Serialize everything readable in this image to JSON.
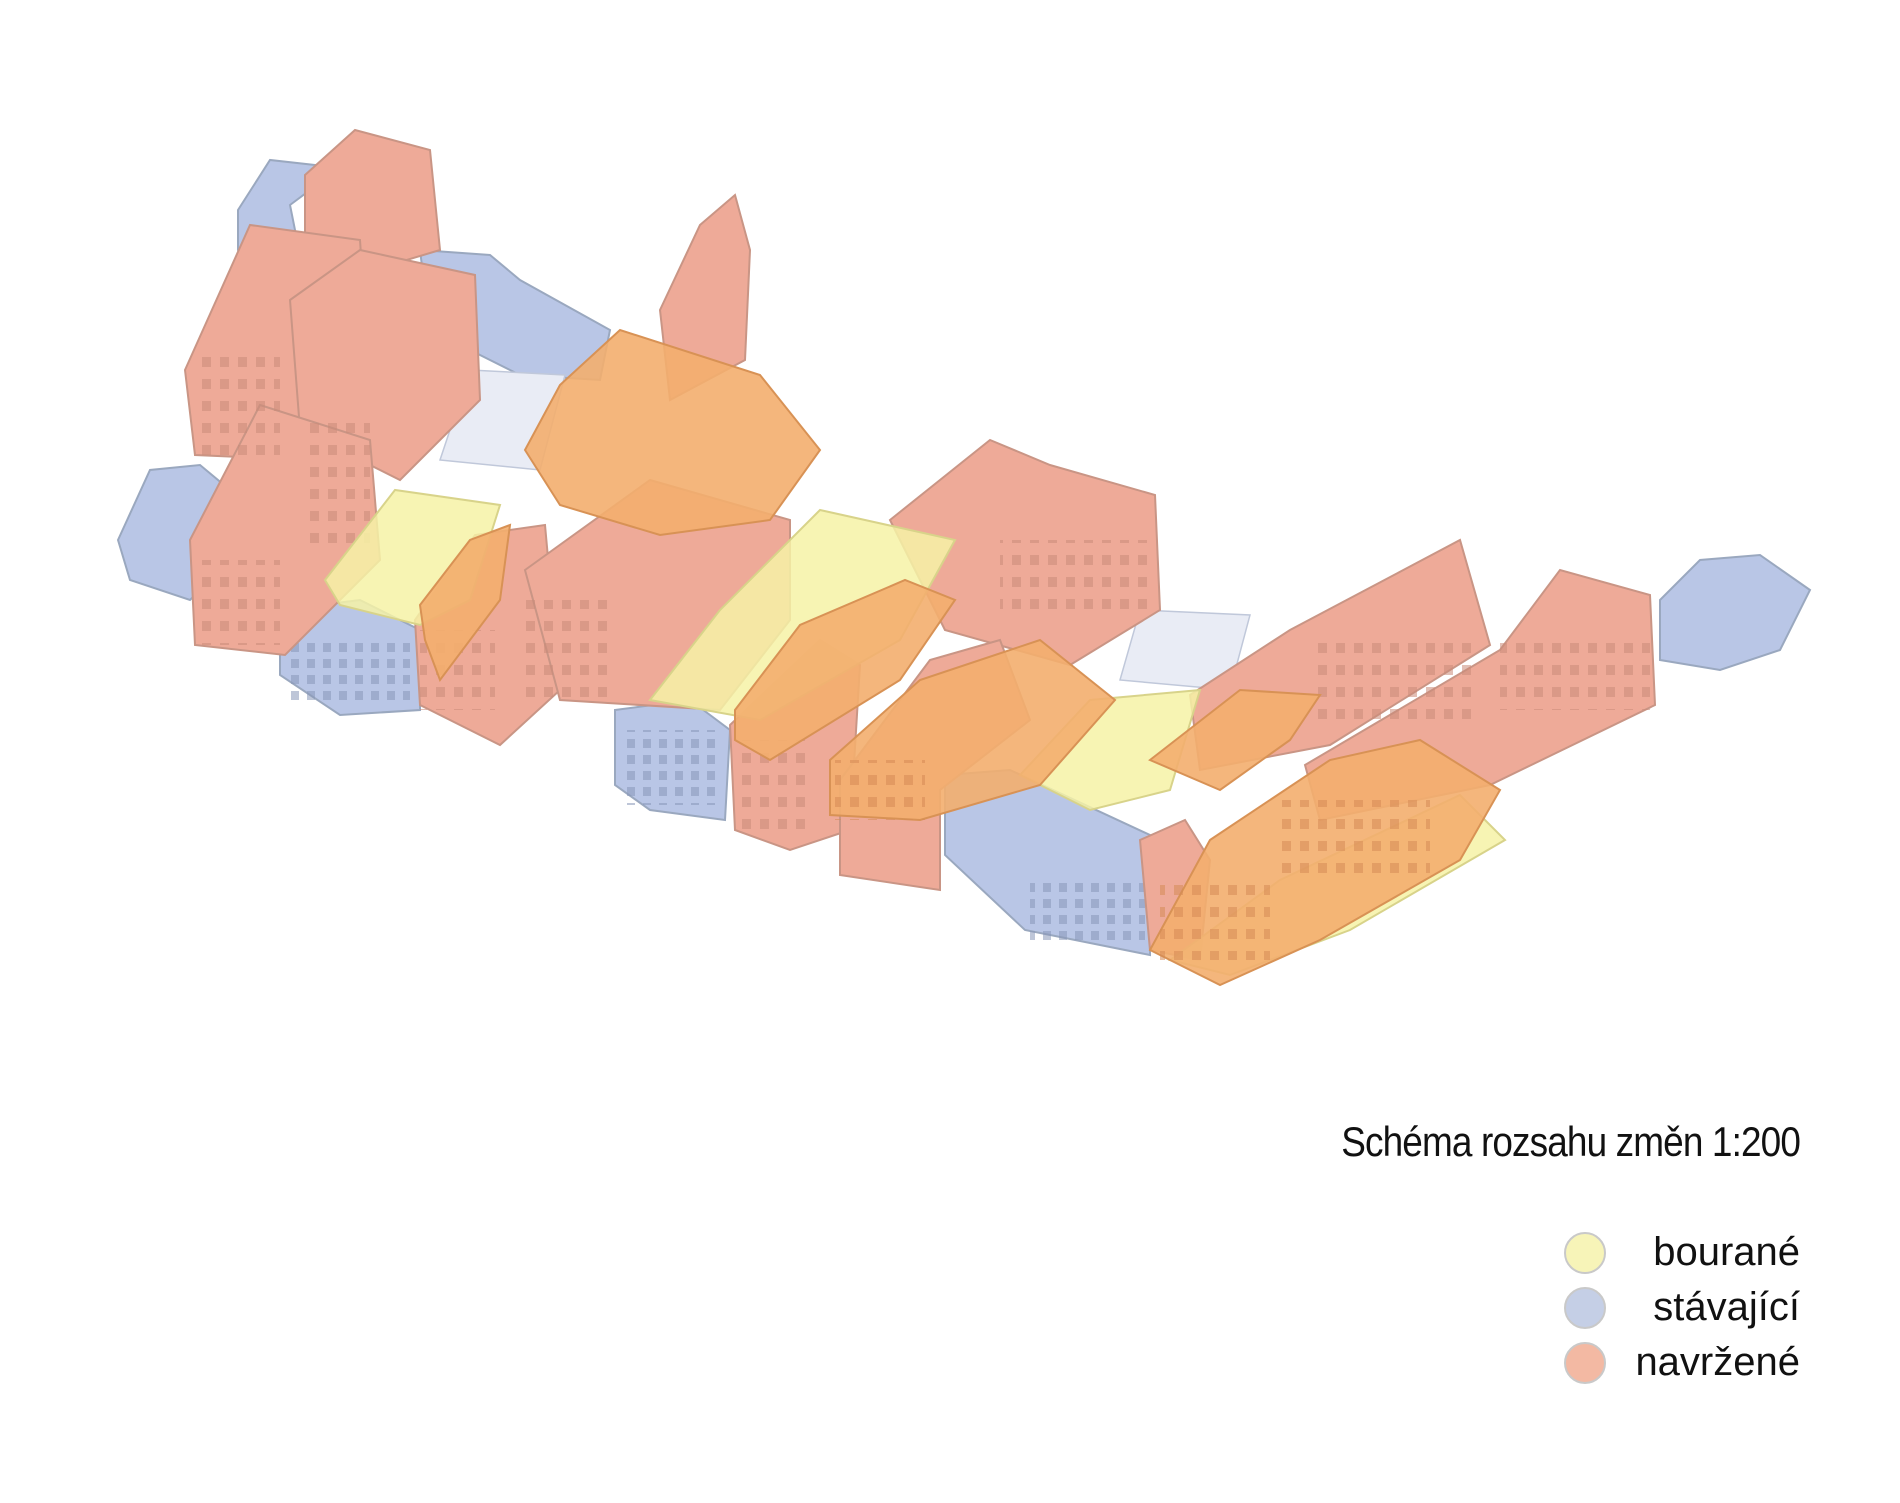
{
  "title": "Schéma rozsahu změn 1:200",
  "legend": [
    {
      "label": "bourané",
      "color": "#f7f4b8",
      "icon": "circle-swatch-yellow"
    },
    {
      "label": "stávající",
      "color": "#c5cfe6",
      "icon": "circle-swatch-blue"
    },
    {
      "label": "navržené",
      "color": "#f3b9a3",
      "icon": "circle-swatch-salmon"
    }
  ],
  "colors": {
    "demolished": "#f6f2a6",
    "existing": "#b9c6e6",
    "proposed": "#eeaa98",
    "overlap": "#f3ae6e",
    "outline": "#9aa8bf"
  }
}
